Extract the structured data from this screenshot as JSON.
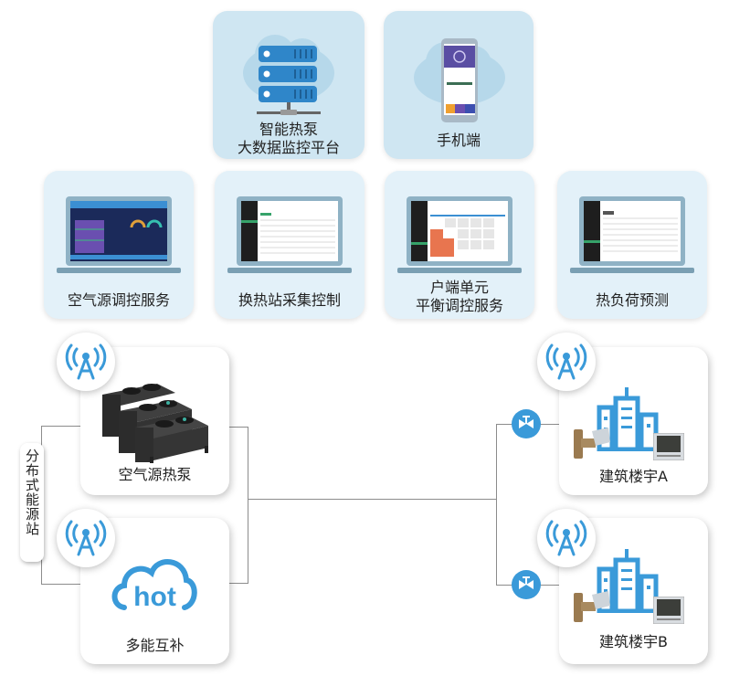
{
  "platform": {
    "big_data": {
      "label_line1": "智能热泵",
      "label_line2": "大数据监控平台",
      "icon": "server-cloud-icon"
    },
    "mobile": {
      "label": "手机端",
      "icon": "smartphone-cloud-icon"
    }
  },
  "services": [
    {
      "label_line1": "空气源调控服务",
      "label_line2": "",
      "icon": "dashboard-laptop-icon"
    },
    {
      "label_line1": "换热站采集控制",
      "label_line2": "",
      "icon": "table-laptop-icon"
    },
    {
      "label_line1": "户端单元",
      "label_line2": "平衡调控服务",
      "icon": "grid-laptop-icon"
    },
    {
      "label_line1": "热负荷预测",
      "label_line2": "",
      "icon": "list-laptop-icon"
    }
  ],
  "energy_station": {
    "tag": "分布式能源站",
    "devices": [
      {
        "label": "空气源热泵",
        "icon": "heat-pump-units-icon"
      },
      {
        "label": "多能互补",
        "icon": "hot-cloud-icon",
        "icon_text": "hot"
      }
    ]
  },
  "buildings": [
    {
      "label": "建筑楼宇A",
      "icon": "building-icon"
    },
    {
      "label": "建筑楼宇B",
      "icon": "building-icon"
    }
  ],
  "colors": {
    "accent_blue": "#3a9ad9",
    "top_card_bg": "#cfe6f2",
    "service_card_bg": "#e3f1f9",
    "connector": "#8c8c8c",
    "laptop_frame": "#8fb2c5"
  }
}
